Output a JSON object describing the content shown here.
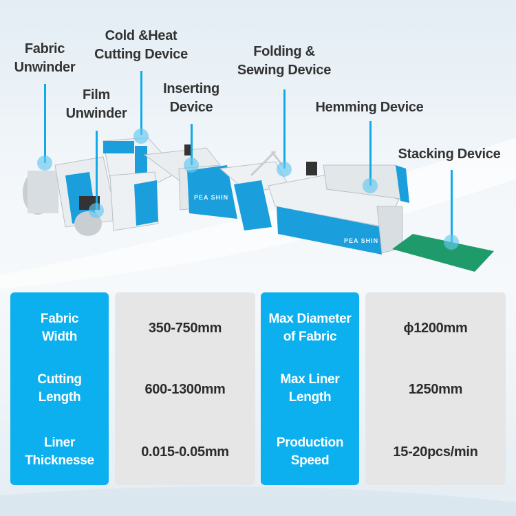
{
  "labels": {
    "fabric_unwinder": [
      "Fabric",
      "Unwinder"
    ],
    "cutting_device": [
      "Cold &Heat",
      "Cutting Device"
    ],
    "film_unwinder": [
      "Film",
      "Unwinder"
    ],
    "inserting_device": [
      "Inserting",
      "Device"
    ],
    "folding_sewing": [
      "Folding &",
      "Sewing Device"
    ],
    "hemming": "Hemming Device",
    "stacking": "Stacking Device"
  },
  "machine_brand": "PEA SHIN",
  "specs": {
    "left": [
      {
        "label": [
          "Fabric",
          "Width"
        ],
        "value": "350-750mm"
      },
      {
        "label": [
          "Cutting",
          "Length"
        ],
        "value": "600-1300mm"
      },
      {
        "label": [
          "Liner",
          "Thicknesse"
        ],
        "value": "0.015-0.05mm"
      }
    ],
    "right": [
      {
        "label": [
          "Max Diameter",
          "of Fabric"
        ],
        "value": "ϕ1200mm"
      },
      {
        "label": [
          "Max Liner",
          "Length"
        ],
        "value": "1250mm"
      },
      {
        "label": [
          "Production",
          "Speed"
        ],
        "value": "15-20pcs/min"
      }
    ]
  },
  "colors": {
    "accent": "#0cb0ef",
    "cell_gray": "#e6e6e6",
    "text": "#333333"
  }
}
